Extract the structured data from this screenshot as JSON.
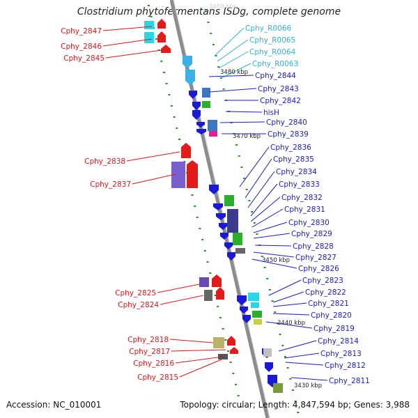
{
  "header": {
    "title": "Clostridium phytofermentans ISDg, complete genome"
  },
  "footer": {
    "accession": "Accession: NC_010001",
    "summary": "Topology: circular; Length: 4,847,594 bp; Genes: 3,988"
  },
  "colors": {
    "left_label": "#e0161a",
    "right_label": "#1a1ad6",
    "rna_label": "#2ab4dc",
    "backbone": "#8c8c8c",
    "tick": "#2e8b2e"
  },
  "scale_labels": [
    {
      "text": "3480 kbp"
    },
    {
      "text": "3470 kbp"
    },
    {
      "text": "3460 kbp"
    },
    {
      "text": "3450 kbp"
    },
    {
      "text": "3440 kbp"
    },
    {
      "text": "3430 kbp"
    }
  ],
  "left_genes": [
    {
      "label": "Cphy_2847"
    },
    {
      "label": "Cphy_2846"
    },
    {
      "label": "Cphy_2845"
    },
    {
      "label": "Cphy_2838"
    },
    {
      "label": "Cphy_2837"
    },
    {
      "label": "Cphy_2825"
    },
    {
      "label": "Cphy_2824"
    },
    {
      "label": "Cphy_2818"
    },
    {
      "label": "Cphy_2817"
    },
    {
      "label": "Cphy_2816"
    },
    {
      "label": "Cphy_2815"
    }
  ],
  "right_genes": [
    {
      "label": "Cphy_R0066",
      "kind": "rna"
    },
    {
      "label": "Cphy_R0065",
      "kind": "rna"
    },
    {
      "label": "Cphy_R0064",
      "kind": "rna"
    },
    {
      "label": "Cphy_R0063",
      "kind": "rna"
    },
    {
      "label": "Cphy_2844",
      "kind": "cds"
    },
    {
      "label": "Cphy_2843",
      "kind": "cds"
    },
    {
      "label": "Cphy_2842",
      "kind": "cds"
    },
    {
      "label": "hisH",
      "kind": "cds"
    },
    {
      "label": "Cphy_2840",
      "kind": "cds"
    },
    {
      "label": "Cphy_2839",
      "kind": "cds"
    },
    {
      "label": "Cphy_2836",
      "kind": "cds"
    },
    {
      "label": "Cphy_2835",
      "kind": "cds"
    },
    {
      "label": "Cphy_2834",
      "kind": "cds"
    },
    {
      "label": "Cphy_2833",
      "kind": "cds"
    },
    {
      "label": "Cphy_2832",
      "kind": "cds"
    },
    {
      "label": "Cphy_2831",
      "kind": "cds"
    },
    {
      "label": "Cphy_2830",
      "kind": "cds"
    },
    {
      "label": "Cphy_2829",
      "kind": "cds"
    },
    {
      "label": "Cphy_2828",
      "kind": "cds"
    },
    {
      "label": "Cphy_2827",
      "kind": "cds"
    },
    {
      "label": "Cphy_2826",
      "kind": "cds"
    },
    {
      "label": "Cphy_2823",
      "kind": "cds"
    },
    {
      "label": "Cphy_2822",
      "kind": "cds"
    },
    {
      "label": "Cphy_2821",
      "kind": "cds"
    },
    {
      "label": "Cphy_2820",
      "kind": "cds"
    },
    {
      "label": "Cphy_2819",
      "kind": "cds"
    },
    {
      "label": "Cphy_2814",
      "kind": "cds"
    },
    {
      "label": "Cphy_2813",
      "kind": "cds"
    },
    {
      "label": "Cphy_2812",
      "kind": "cds"
    },
    {
      "label": "Cphy_2811",
      "kind": "cds"
    }
  ]
}
